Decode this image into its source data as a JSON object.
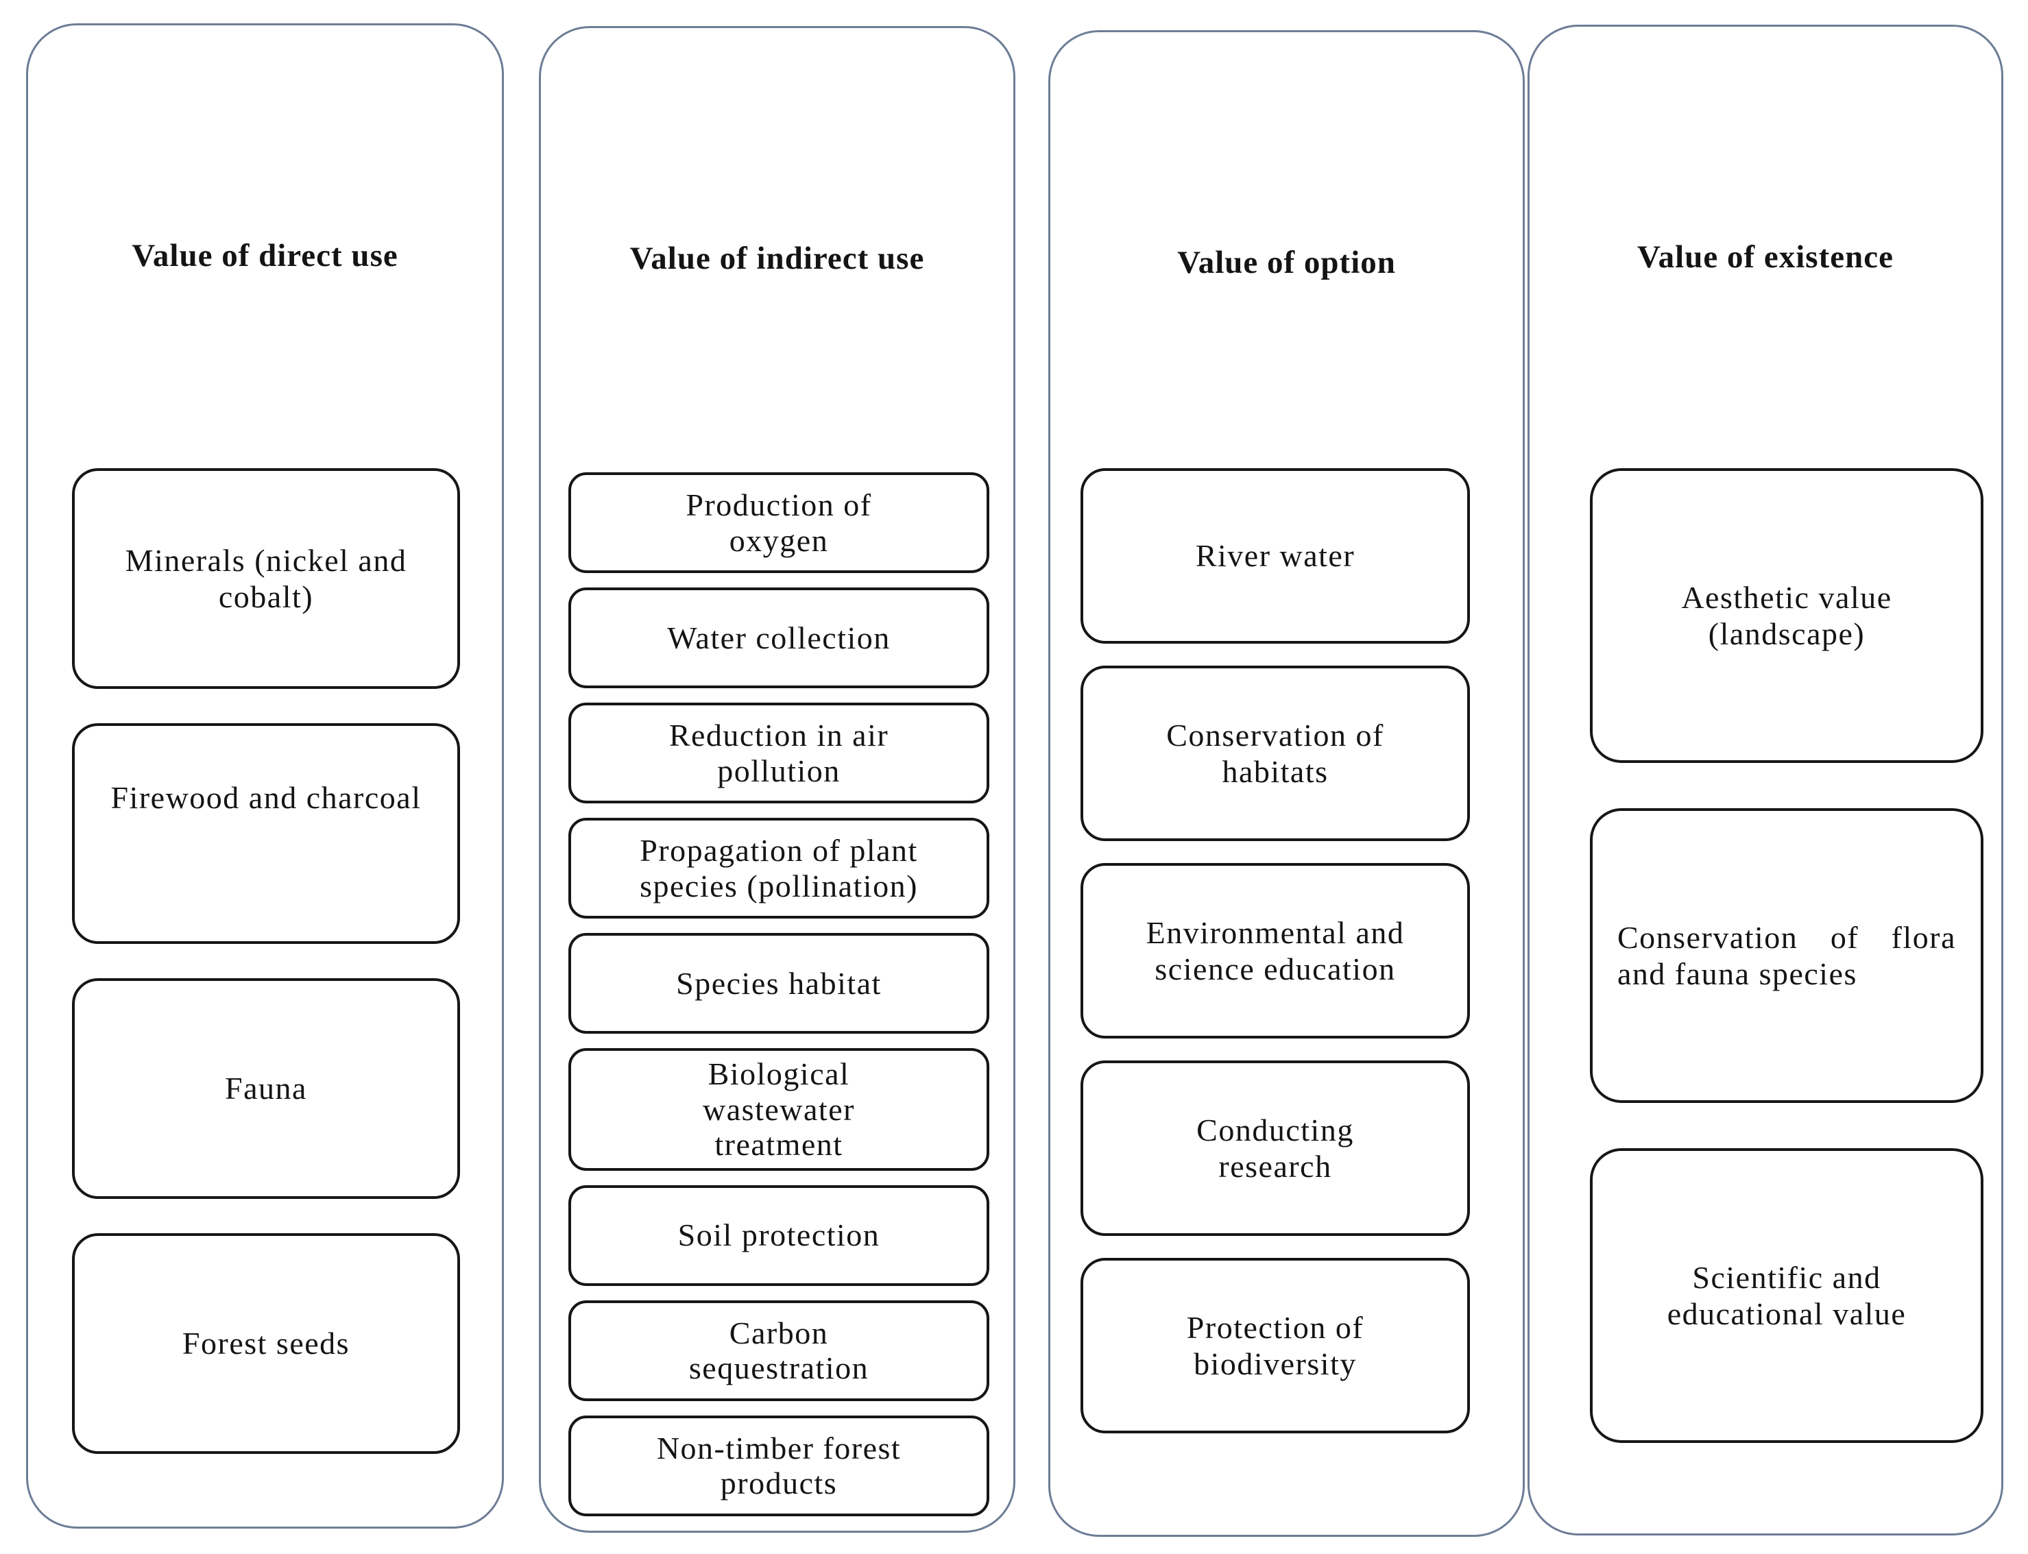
{
  "figure": {
    "description": "Four-panel diagram of economic value categories",
    "colors": {
      "background": "#ffffff",
      "panel_border": "#6e7d96",
      "box_border": "#161616",
      "text": "#141414"
    },
    "columns": [
      {
        "title": "Value of direct use",
        "items": [
          {
            "label": "Minerals (nickel and\ncobalt)"
          },
          {
            "label": "Firewood and charcoal",
            "valign": "top"
          },
          {
            "label": "Fauna"
          },
          {
            "label": "Forest seeds"
          }
        ]
      },
      {
        "title": "Value of indirect use",
        "items": [
          {
            "label": "Production of\noxygen"
          },
          {
            "label": "Water collection"
          },
          {
            "label": "Reduction in air\npollution"
          },
          {
            "label": "Propagation of plant\nspecies (pollination)"
          },
          {
            "label": "Species habitat"
          },
          {
            "label": "Biological\nwastewater\ntreatment"
          },
          {
            "label": "Soil protection"
          },
          {
            "label": "Carbon\nsequestration"
          },
          {
            "label": "Non-timber forest\nproducts"
          }
        ]
      },
      {
        "title": "Value of option",
        "items": [
          {
            "label": "River water"
          },
          {
            "label": "Conservation of\nhabitats"
          },
          {
            "label": "Environmental and\nscience education"
          },
          {
            "label": "Conducting\nresearch"
          },
          {
            "label": "Protection of\nbiodiversity"
          }
        ]
      },
      {
        "title": "Value of existence",
        "items": [
          {
            "label": "Aesthetic value\n(landscape)"
          },
          {
            "label": "Conservation of flora and fauna species",
            "align": "justify"
          },
          {
            "label": "Scientific and\neducational value"
          }
        ]
      }
    ]
  }
}
